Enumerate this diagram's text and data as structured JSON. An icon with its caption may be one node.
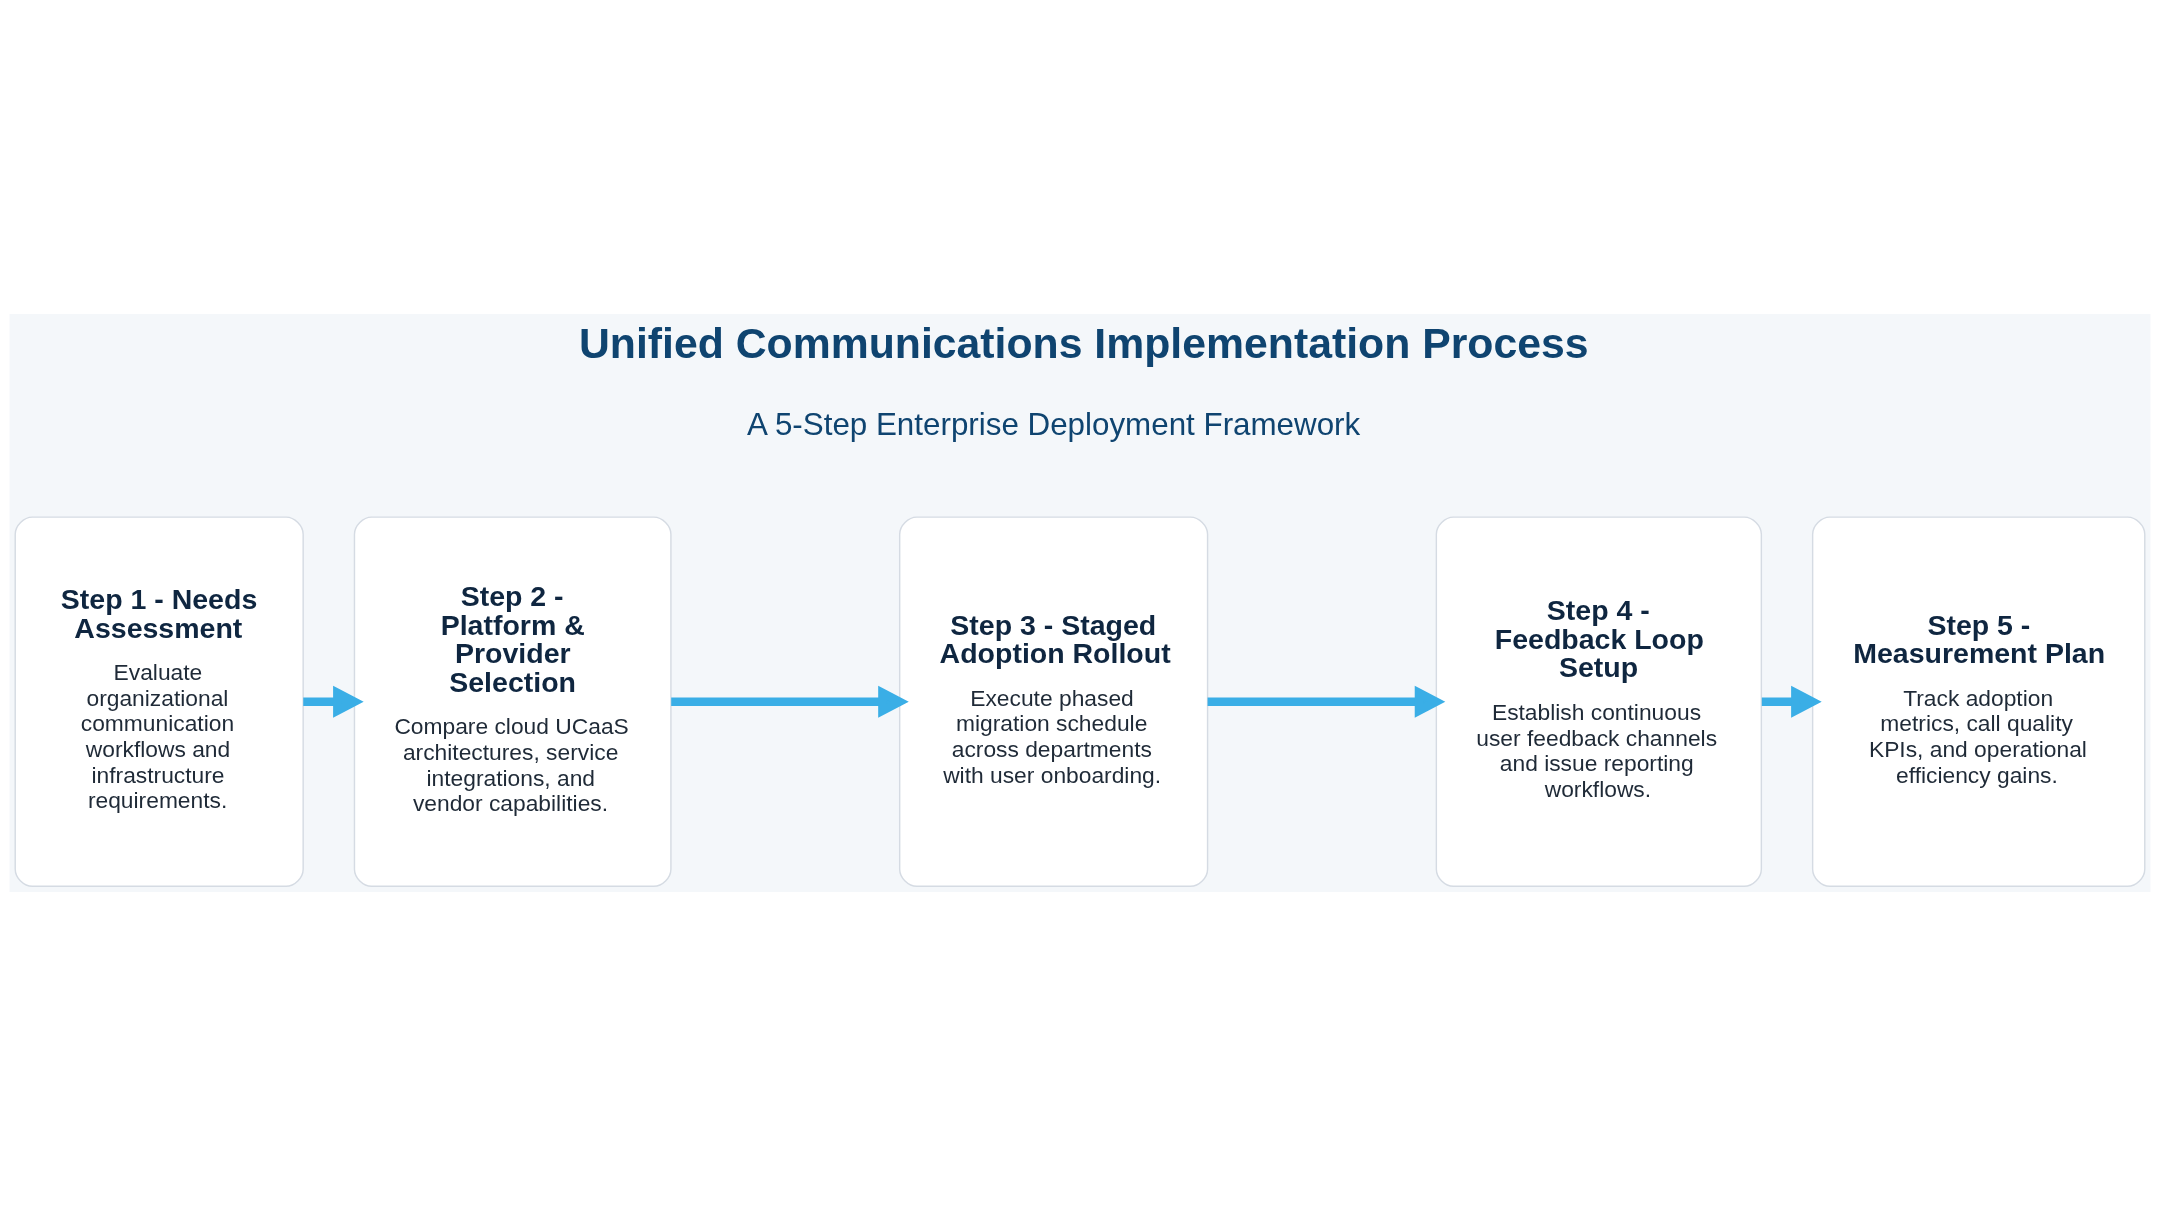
{
  "diagram": {
    "title": "Unified Communications Implementation Process",
    "nodes": [
      {
        "text": [
          "Step 1 - Needs Assessment",
          "Evaluate organizational communication workflows and infrastructure requirements."
        ]
      },
      {
        "text": [
          "Step 2 - Platform & Provider Selection",
          "Compare cloud UCaaS architectures, service integrations, and vendor capabilities."
        ]
      },
      {
        "text": [
          "Step 3 - Staged Adoption Rollout",
          "Execute phased migration schedule across departments with user onboarding."
        ]
      },
      {
        "text": [
          "Step 4 - Feedback Loop Setup",
          "Establish continuous user feedback channels and issue reporting workflows."
        ]
      },
      {
        "text": [
          "Step 5 - Measurement Plan",
          "Track adoption metrics, call quality KPIs, and operational efficiency gains."
        ]
      }
    ],
    "edges": [
      {
        "from": 0,
        "to": 1,
        "arrow": "to"
      },
      {
        "from": 1,
        "to": 2,
        "arrow": "to"
      },
      {
        "from": 2,
        "to": 3,
        "arrow": "to"
      },
      {
        "from": 3,
        "to": 4,
        "arrow": "to"
      }
    ],
    "labels": [
      "A 5-Step Enterprise Deployment Framework"
    ]
  }
}
